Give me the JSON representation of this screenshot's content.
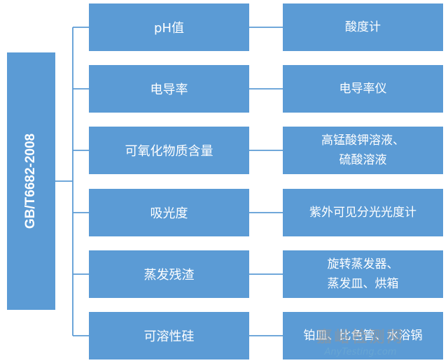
{
  "standard": "GB/T6682-2008",
  "rows": [
    {
      "item": "pH值",
      "instrument": "酸度计"
    },
    {
      "item": "电导率",
      "instrument": "电导率仪"
    },
    {
      "item": "可氧化物质含量",
      "instrument": "高锰酸钾溶液、\n硫酸溶液"
    },
    {
      "item": "吸光度",
      "instrument": "紫外可见分光光度计"
    },
    {
      "item": "蒸发残渣",
      "instrument": "旋转蒸发器、\n蒸发皿、烘箱"
    },
    {
      "item": "可溶性硅",
      "instrument": "铂皿、比色管、水浴锅"
    }
  ],
  "watermark": {
    "cn": "嘉峪检测网",
    "en": "AnyTesting.com"
  },
  "colors": {
    "box": "#5b9bd5",
    "line": "#5b9bd5"
  }
}
